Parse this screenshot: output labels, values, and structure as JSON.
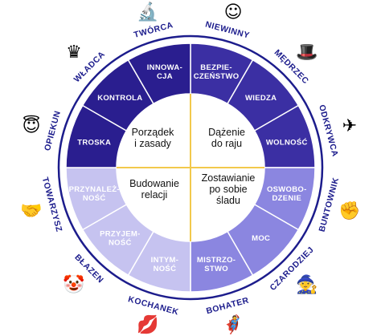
{
  "segments": [
    {
      "lines": [
        "BEZPIE-",
        "CZEŃSTWO"
      ]
    },
    {
      "lines": [
        "WIEDZA"
      ]
    },
    {
      "lines": [
        "WOLNOŚĆ"
      ]
    },
    {
      "lines": [
        "OSWOBO-",
        "DZENIE"
      ]
    },
    {
      "lines": [
        "MOC"
      ]
    },
    {
      "lines": [
        "MISTRZO-",
        "STWO"
      ]
    },
    {
      "lines": [
        "INTYM-",
        "NOŚĆ"
      ]
    },
    {
      "lines": [
        "PRZYJEM-",
        "NOŚĆ"
      ]
    },
    {
      "lines": [
        "PRZYNALEŻ-",
        "NOŚĆ"
      ]
    },
    {
      "lines": [
        "TROSKA"
      ]
    },
    {
      "lines": [
        "KONTROLA"
      ]
    },
    {
      "lines": [
        "INNOWA-",
        "CJA"
      ]
    }
  ],
  "archetypes": [
    "NIEWINNY",
    "MĘDRZEC",
    "ODKRYWCA",
    "BUNTOWNIK",
    "CZARODZIEJ",
    "BOHATER",
    "KOCHANEK",
    "BŁAZEN",
    "TOWARZYSZ",
    "OPIEKUN",
    "WŁADCA",
    "TWÓRCA"
  ],
  "quadrants": {
    "top_left": [
      "Porządek",
      "i zasady"
    ],
    "top_right": [
      "Dążenie",
      "do raju"
    ],
    "bottom_left": [
      "Budowanie",
      "relacji"
    ],
    "bottom_right": [
      "Zostawianie",
      "po sobie",
      "śladu"
    ]
  },
  "icons": [
    {
      "name": "innocent-smile-icon",
      "glyph": "☺"
    },
    {
      "name": "top-hat-icon",
      "glyph": "🎩"
    },
    {
      "name": "airplane-icon",
      "glyph": "✈"
    },
    {
      "name": "raised-fist-icon",
      "glyph": "✊"
    },
    {
      "name": "mage-icon",
      "glyph": "🧙"
    },
    {
      "name": "superhero-icon",
      "glyph": "🦸"
    },
    {
      "name": "heart-lips-icon",
      "glyph": "💋"
    },
    {
      "name": "clown-face-icon",
      "glyph": "🤡"
    },
    {
      "name": "handshake-icon",
      "glyph": "🤝"
    },
    {
      "name": "halo-face-icon",
      "glyph": "😇"
    },
    {
      "name": "crown-icon",
      "glyph": "♛"
    },
    {
      "name": "microscope-icon",
      "glyph": "🔬"
    }
  ],
  "colors": {
    "segments": [
      "#3b2fa3",
      "#3b2fa3",
      "#3b2fa3",
      "#8b86e0",
      "#8b86e0",
      "#8b86e0",
      "#c6c3f0",
      "#c6c3f0",
      "#c6c3f0",
      "#2a1e8f",
      "#2a1e8f",
      "#2a1e8f"
    ],
    "outer_ring": "#1c1c8c",
    "divider": "#f2c94c",
    "label": "#1c1c8c"
  }
}
